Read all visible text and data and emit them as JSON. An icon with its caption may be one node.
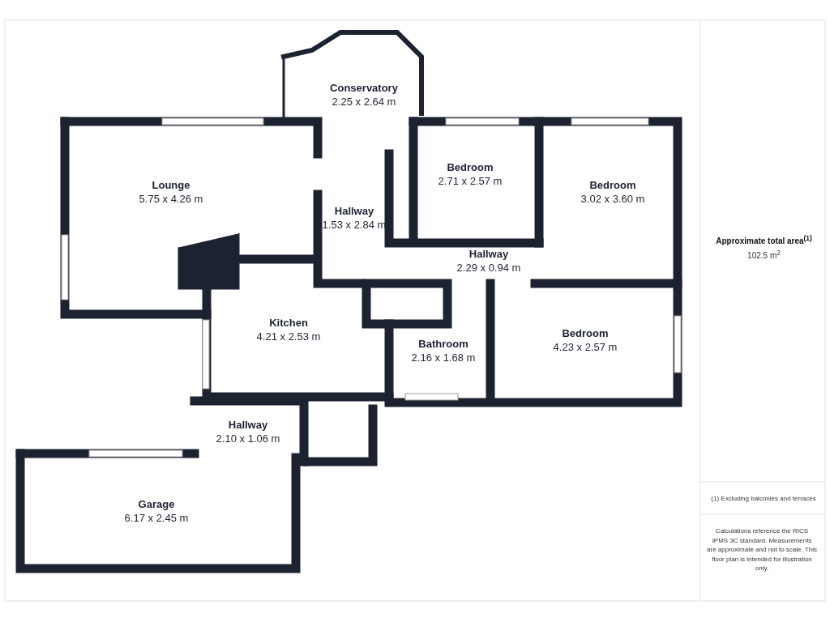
{
  "diagram": {
    "nodes": [
      {
        "text": [
          "Conservatory",
          "2.25 x 2.64 m"
        ]
      },
      {
        "text": [
          "Lounge",
          "5.75 x 4.26 m"
        ]
      },
      {
        "text": [
          "Hallway",
          "1.53 x 2.84 m"
        ]
      },
      {
        "text": [
          "Bedroom",
          "2.71 x 2.57 m"
        ]
      },
      {
        "text": [
          "Bedroom",
          "3.02 x 3.60 m"
        ]
      },
      {
        "text": [
          "Hallway",
          "2.29 x 0.94 m"
        ]
      },
      {
        "text": [
          "Kitchen",
          "4.21 x 2.53 m"
        ]
      },
      {
        "text": [
          "Bathroom",
          "2.16 x 1.68 m"
        ]
      },
      {
        "text": [
          "Bedroom",
          "4.23 x 2.57 m"
        ]
      },
      {
        "text": [
          "Hallway",
          "2.10 x 1.06 m"
        ]
      },
      {
        "text": [
          "Garage",
          "6.17 x 2.45 m"
        ]
      }
    ],
    "edges": [],
    "labels": [
      "Approximate total area$^{(1)}$",
      "102.5 m$^{2}$",
      "(1) Excluding balconies and terraces",
      "Calculations reference the RICS IPMS 3C standard. Measurements are approximate and not to scale. This floor plan is intended for illustration only."
    ]
  }
}
